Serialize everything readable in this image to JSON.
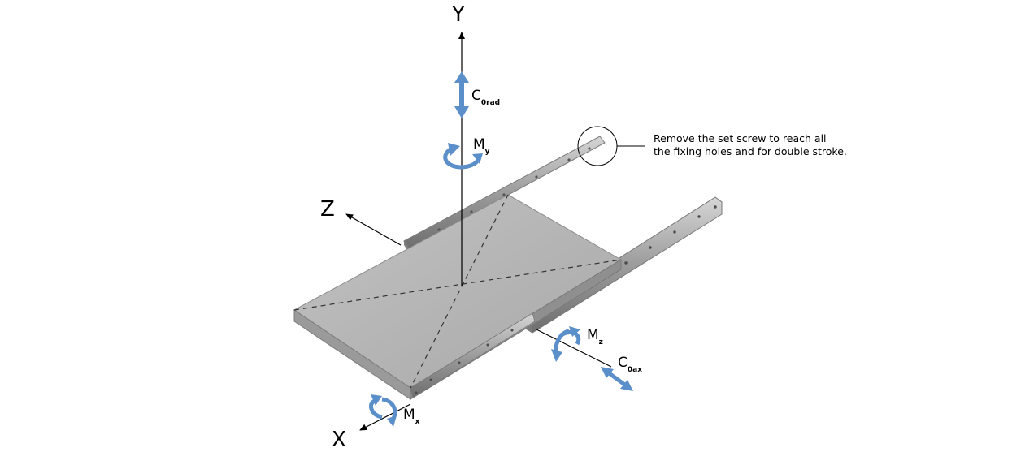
{
  "axes": {
    "y": "Y",
    "z": "Z",
    "x": "X"
  },
  "loads": {
    "c0rad": {
      "main": "C",
      "sub": "0rad"
    },
    "my": {
      "main": "M",
      "sub": "y"
    },
    "mz": {
      "main": "M",
      "sub": "z"
    },
    "c0ax": {
      "main": "C",
      "sub": "0ax"
    },
    "mx": {
      "main": "M",
      "sub": "x"
    }
  },
  "callout": {
    "line1": "Remove the set screw to reach all",
    "line2": "the fixing holes and for double stroke."
  },
  "colors": {
    "arrow_blue": "#5b8fca",
    "plate": "#b5b5b5",
    "plate_edge": "#8c8c8c",
    "rail": "#9a9a9a",
    "line": "#000000"
  }
}
